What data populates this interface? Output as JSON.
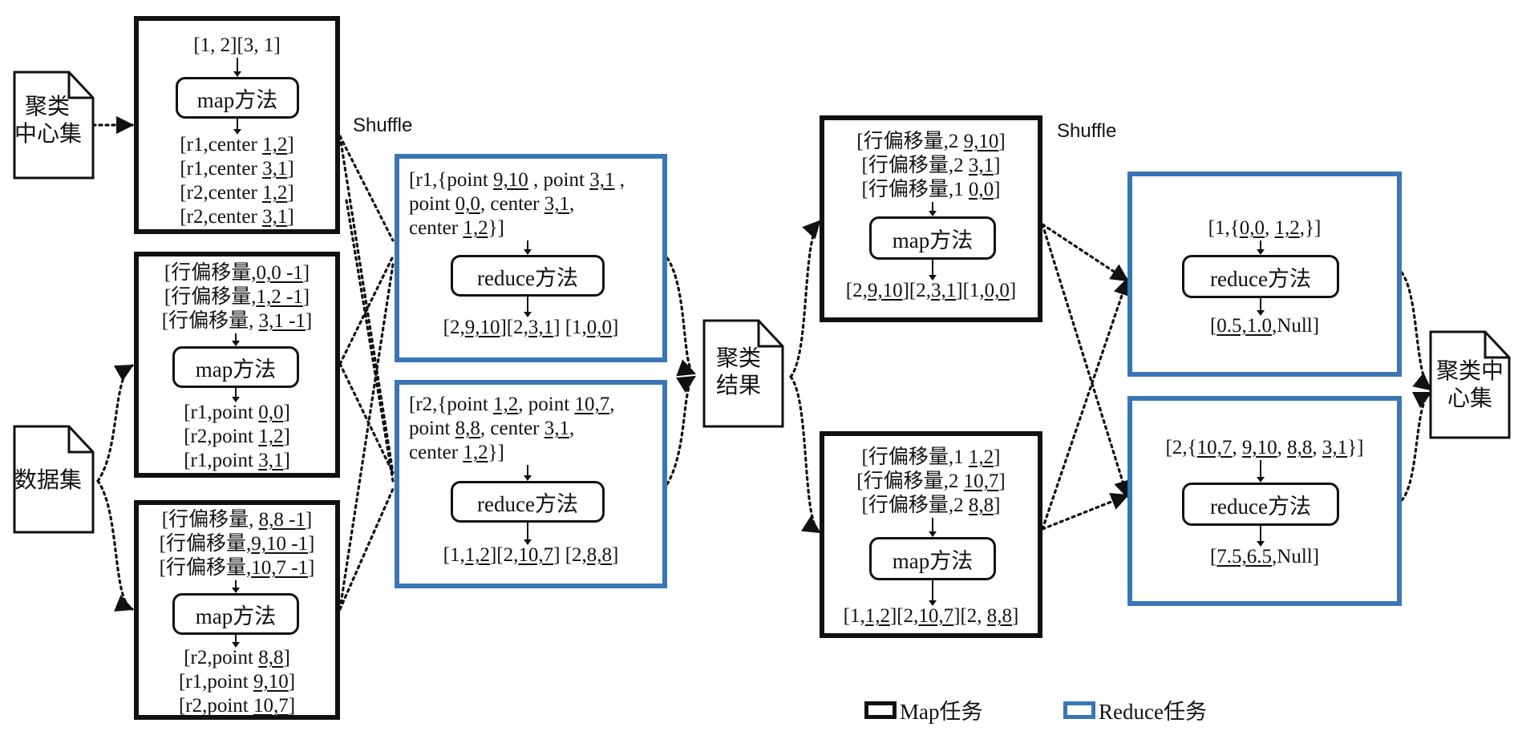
{
  "docs": {
    "cluster_centers_in": [
      "聚类",
      "中心集"
    ],
    "dataset": "数据集",
    "cluster_result": [
      "聚类",
      "结果"
    ],
    "cluster_centers_out": [
      "聚类中",
      "心集"
    ]
  },
  "shuffle_labels": [
    "Shuffle",
    "Shuffle"
  ],
  "stage1_map": [
    {
      "input": [
        [
          {
            "t": "[1, 2][3, 1]"
          }
        ]
      ],
      "method": "map方法",
      "output": [
        [
          {
            "t": "[r1,center "
          },
          {
            "u": "1,2"
          },
          {
            "t": "]"
          }
        ],
        [
          {
            "t": "[r1,center "
          },
          {
            "u": "3,1"
          },
          {
            "t": "]"
          }
        ],
        [
          {
            "t": "[r2,center "
          },
          {
            "u": "1,2"
          },
          {
            "t": "]"
          }
        ],
        [
          {
            "t": "[r2,center "
          },
          {
            "u": "3,1"
          },
          {
            "t": "]"
          }
        ]
      ]
    },
    {
      "input": [
        [
          {
            "t": "[行偏移量,"
          },
          {
            "u": "0,0 -1"
          },
          {
            "t": "]"
          }
        ],
        [
          {
            "t": "[行偏移量,"
          },
          {
            "u": "1,2 -1"
          },
          {
            "t": "]"
          }
        ],
        [
          {
            "t": "[行偏移量, "
          },
          {
            "u": "3,1 -1"
          },
          {
            "t": "]"
          }
        ]
      ],
      "method": "map方法",
      "output": [
        [
          {
            "t": "[r1,point "
          },
          {
            "u": "0,0"
          },
          {
            "t": "]"
          }
        ],
        [
          {
            "t": "[r2,point "
          },
          {
            "u": "1,2"
          },
          {
            "t": "]"
          }
        ],
        [
          {
            "t": "[r1,point "
          },
          {
            "u": "3,1"
          },
          {
            "t": "]"
          }
        ]
      ]
    },
    {
      "input": [
        [
          {
            "t": "[行偏移量, "
          },
          {
            "u": "8,8 -1"
          },
          {
            "t": "]"
          }
        ],
        [
          {
            "t": "[行偏移量,"
          },
          {
            "u": "9,10 -1"
          },
          {
            "t": "]"
          }
        ],
        [
          {
            "t": "[行偏移量,"
          },
          {
            "u": "10,7 -1"
          },
          {
            "t": "]"
          }
        ]
      ],
      "method": "map方法",
      "output": [
        [
          {
            "t": "[r2,point "
          },
          {
            "u": "8,8"
          },
          {
            "t": "]"
          }
        ],
        [
          {
            "t": "[r1,point "
          },
          {
            "u": "9,10"
          },
          {
            "t": "]"
          }
        ],
        [
          {
            "t": "[r2,point "
          },
          {
            "u": "10,7"
          },
          {
            "t": "]"
          }
        ]
      ]
    }
  ],
  "stage1_reduce": [
    {
      "input": [
        [
          {
            "t": "[r1,{point "
          },
          {
            "u": "9,10"
          },
          {
            "t": " , point "
          },
          {
            "u": "3,1"
          },
          {
            "t": " ,"
          }
        ],
        [
          {
            "t": "point "
          },
          {
            "u": "0,0"
          },
          {
            "t": ", center  "
          },
          {
            "u": "3,1"
          },
          {
            "t": ","
          }
        ],
        [
          {
            "t": "center  "
          },
          {
            "u": "1,2"
          },
          {
            "t": "}]"
          }
        ]
      ],
      "method": "reduce方法",
      "output": [
        [
          {
            "t": "[2,"
          },
          {
            "u": "9,10"
          },
          {
            "t": "][2,"
          },
          {
            "u": "3,1"
          },
          {
            "t": "] [1,"
          },
          {
            "u": "0,0"
          },
          {
            "t": "]"
          }
        ]
      ]
    },
    {
      "input": [
        [
          {
            "t": "[r2,{point "
          },
          {
            "u": "1,2"
          },
          {
            "t": ", point "
          },
          {
            "u": "10,7"
          },
          {
            "t": ","
          }
        ],
        [
          {
            "t": "point "
          },
          {
            "u": "8,8"
          },
          {
            "t": ", center  "
          },
          {
            "u": "3,1"
          },
          {
            "t": ","
          }
        ],
        [
          {
            "t": "center  "
          },
          {
            "u": "1,2"
          },
          {
            "t": "}]"
          }
        ]
      ],
      "method": "reduce方法",
      "output": [
        [
          {
            "t": "[1,"
          },
          {
            "u": "1,2"
          },
          {
            "t": "][2,"
          },
          {
            "u": "10,7"
          },
          {
            "t": "] [2,"
          },
          {
            "u": "8,8"
          },
          {
            "t": "]"
          }
        ]
      ]
    }
  ],
  "stage2_map": [
    {
      "input": [
        [
          {
            "t": "[行偏移量,2 "
          },
          {
            "u": "9,10"
          },
          {
            "t": "]"
          }
        ],
        [
          {
            "t": "[行偏移量,2 "
          },
          {
            "u": "3,1"
          },
          {
            "t": "]"
          }
        ],
        [
          {
            "t": "[行偏移量,1 "
          },
          {
            "u": "0,0"
          },
          {
            "t": "]"
          }
        ]
      ],
      "method": "map方法",
      "output": [
        [
          {
            "t": "[2,"
          },
          {
            "u": "9,10"
          },
          {
            "t": "][2,"
          },
          {
            "u": "3,1"
          },
          {
            "t": "][1,"
          },
          {
            "u": "0,0"
          },
          {
            "t": "]"
          }
        ]
      ]
    },
    {
      "input": [
        [
          {
            "t": "[行偏移量,1 "
          },
          {
            "u": "1,2"
          },
          {
            "t": "]"
          }
        ],
        [
          {
            "t": "[行偏移量,2 "
          },
          {
            "u": "10,7"
          },
          {
            "t": "]"
          }
        ],
        [
          {
            "t": "[行偏移量,2 "
          },
          {
            "u": "8,8"
          },
          {
            "t": "]"
          }
        ]
      ],
      "method": "map方法",
      "output": [
        [
          {
            "t": "[1,"
          },
          {
            "u": "1,2"
          },
          {
            "t": "][2,"
          },
          {
            "u": "10,7"
          },
          {
            "t": "][2, "
          },
          {
            "u": "8,8"
          },
          {
            "t": "]"
          }
        ]
      ]
    }
  ],
  "stage2_reduce": [
    {
      "input": [
        [
          {
            "t": "[1,{"
          },
          {
            "u": "0,0"
          },
          {
            "t": ", "
          },
          {
            "u": "1,2"
          },
          {
            "t": ",}]"
          }
        ]
      ],
      "method": "reduce方法",
      "output": [
        [
          {
            "t": "["
          },
          {
            "u": "0.5,1.0"
          },
          {
            "t": ",Null]"
          }
        ]
      ]
    },
    {
      "input": [
        [
          {
            "t": "[2,{"
          },
          {
            "u": "10,7"
          },
          {
            "t": ", "
          },
          {
            "u": "9,10"
          },
          {
            "t": ", "
          },
          {
            "u": "8,8"
          },
          {
            "t": ", "
          },
          {
            "u": "3,1"
          },
          {
            "t": "}]"
          }
        ]
      ],
      "method": "reduce方法",
      "output": [
        [
          {
            "t": "["
          },
          {
            "u": "7.5,6.5"
          },
          {
            "t": ",Null]"
          }
        ]
      ]
    }
  ],
  "legend": {
    "map_label": "Map任务",
    "reduce_label": "Reduce任务",
    "map_color": "#111111",
    "reduce_color": "#3a76b4"
  }
}
